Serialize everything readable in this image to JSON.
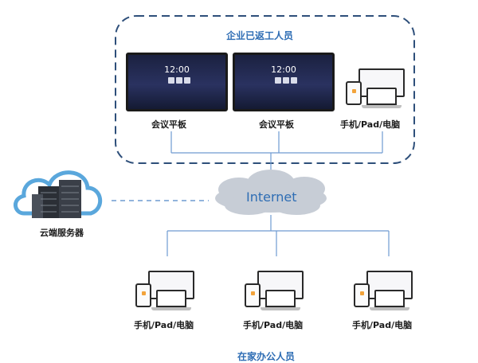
{
  "enterprise": {
    "title": "企业已返工人员"
  },
  "devices": {
    "board_time": "12:00",
    "board_label": "会议平板",
    "multi_label": "手机/Pad/电脑"
  },
  "internet": {
    "label": "Internet"
  },
  "cloud_server": {
    "label": "云端服务器"
  },
  "remote": {
    "title": "在家办公人员"
  },
  "colors": {
    "accent": "#2e6db4",
    "line": "#6f9bd1",
    "cloud": "#c7cdd6"
  }
}
